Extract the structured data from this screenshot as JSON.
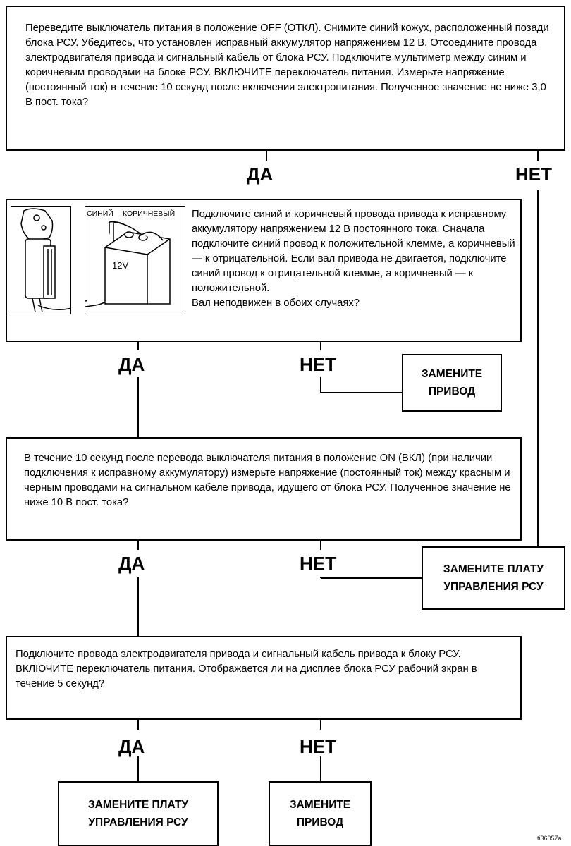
{
  "boxes": {
    "step1": "Переведите выключатель питания в положение OFF (ОТКЛ). Снимите синий кожух, расположенный позади блока РСУ. Убедитесь, что установлен исправный аккумулятор напряжением 12 В. Отсоедините провода электродвигателя привода и сигнальный кабель от блока РСУ. Подключите мультиметр между синим и коричневым проводами на блоке РСУ. ВКЛЮЧИТЕ переключатель питания. Измерьте напряжение (постоянный ток) в течение 10 секунд после включения электропитания. Полученное значение не ниже 3,0 В пост. тока?",
    "step2": "Подключите синий и коричневый провода привода к исправному аккумулятору напряжением 12 В постоянного тока. Сначала подключите синий провод к положительной клемме, а коричневый — к отрицательной. Если вал привода не двигается, подключите синий провод к отрицательной клемме, а коричневый — к положительной.\nВал неподвижен в обоих случаях?",
    "step3": "В течение 10 секунд после перевода выключателя питания в положение ON (ВКЛ) (при наличии подключения к исправному аккумулятору) измерьте напряжение (постоянный ток) между красным и черным проводами на сигнальном кабеле привода, идущего от блока РСУ. Полученное значение не ниже 10 В пост. тока?",
    "step4": "Подключите провода электродвигателя привода и сигнальный кабель привода к блоку РСУ. ВКЛЮЧИТЕ переключатель питания. Отображается ли на дисплее блока РСУ рабочий экран в течение 5 секунд?"
  },
  "labels": {
    "yes": "ДА",
    "no": "НЕТ"
  },
  "actions": {
    "replace_drive": "ЗАМЕНИТЕ\nПРИВОД",
    "replace_board": "ЗАМЕНИТЕ ПЛАТУ\nУПРАВЛЕНИЯ РСУ"
  },
  "illustration": {
    "wire_blue": "СИНИЙ",
    "wire_brown": "КОРИЧНЕВЫЙ",
    "battery": "12V"
  },
  "figure_id": "ti36057a"
}
